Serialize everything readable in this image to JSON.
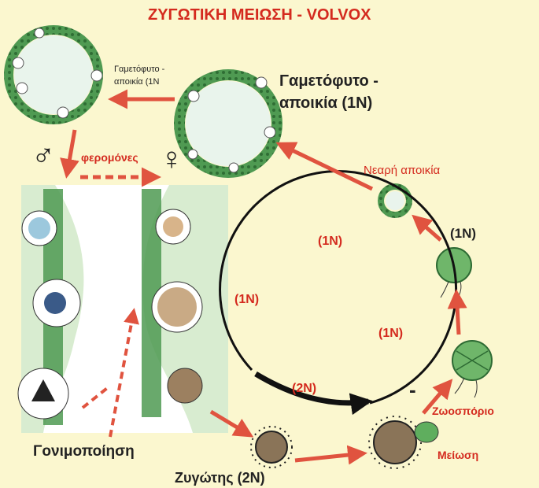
{
  "title": "ΖΥΓΩΤΙΚΗ ΜΕΙΩΣΗ - VOLVOX",
  "labels": {
    "gametophyte_small_line1": "Γαμετόφυτο -",
    "gametophyte_small_line2": "αποικία (1N",
    "gametophyte_large_line1": "Γαμετόφυτο -",
    "gametophyte_large_line2": "αποικία (1N)",
    "young_colony": "Νεαρή αποικία",
    "one_n_right": "(1N)",
    "cycle_top": "(1N)",
    "cycle_left": "(1N)",
    "cycle_right": "(1N)",
    "cycle_bottom": "(2N)",
    "pheromones": "φερομόνες",
    "male_symbol": "♂",
    "female_symbol": "♀",
    "fertilization": "Γονιμοποίηση",
    "zygote": "Ζυγώτης (2N)",
    "zoosporangium": "Ζωοσπόριο",
    "meiosis": "Μείωση",
    "minus_sign": "-"
  },
  "colors": {
    "background": "#fbf7cf",
    "accent_red": "#d42a1e",
    "arrow_red": "#e0533f",
    "cell_green": "#3f8a45",
    "panel_green": "#d8ecd0"
  }
}
